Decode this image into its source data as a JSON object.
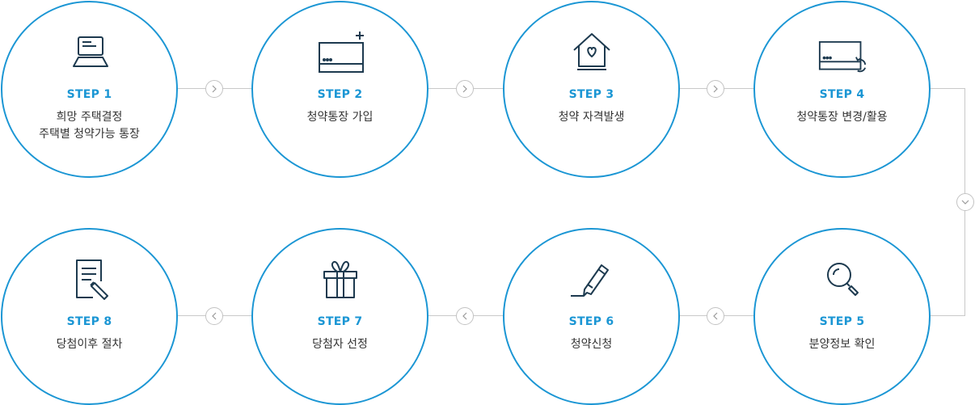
{
  "steps": [
    {
      "label": "STEP 1",
      "lines": [
        "희망 주택결정",
        "주택별 청약가능 통장"
      ],
      "icon": "laptop-icon"
    },
    {
      "label": "STEP 2",
      "lines": [
        "청약통장 가입"
      ],
      "icon": "bankbook-add-icon"
    },
    {
      "label": "STEP 3",
      "lines": [
        "청약 자격발생"
      ],
      "icon": "house-heart-icon"
    },
    {
      "label": "STEP 4",
      "lines": [
        "청약통장 변경/활용"
      ],
      "icon": "bankbook-refresh-icon"
    },
    {
      "label": "STEP 5",
      "lines": [
        "분양정보 확인"
      ],
      "icon": "magnifier-icon"
    },
    {
      "label": "STEP 6",
      "lines": [
        "청약신청"
      ],
      "icon": "pen-icon"
    },
    {
      "label": "STEP 7",
      "lines": [
        "당첨자 선정"
      ],
      "icon": "gift-icon"
    },
    {
      "label": "STEP 8",
      "lines": [
        "당첨이후 절차"
      ],
      "icon": "document-pen-icon"
    }
  ],
  "colors": {
    "accent": "#1b96d4",
    "icon": "#1d3a4f",
    "connector": "#c9c9c9",
    "text": "#333333"
  }
}
